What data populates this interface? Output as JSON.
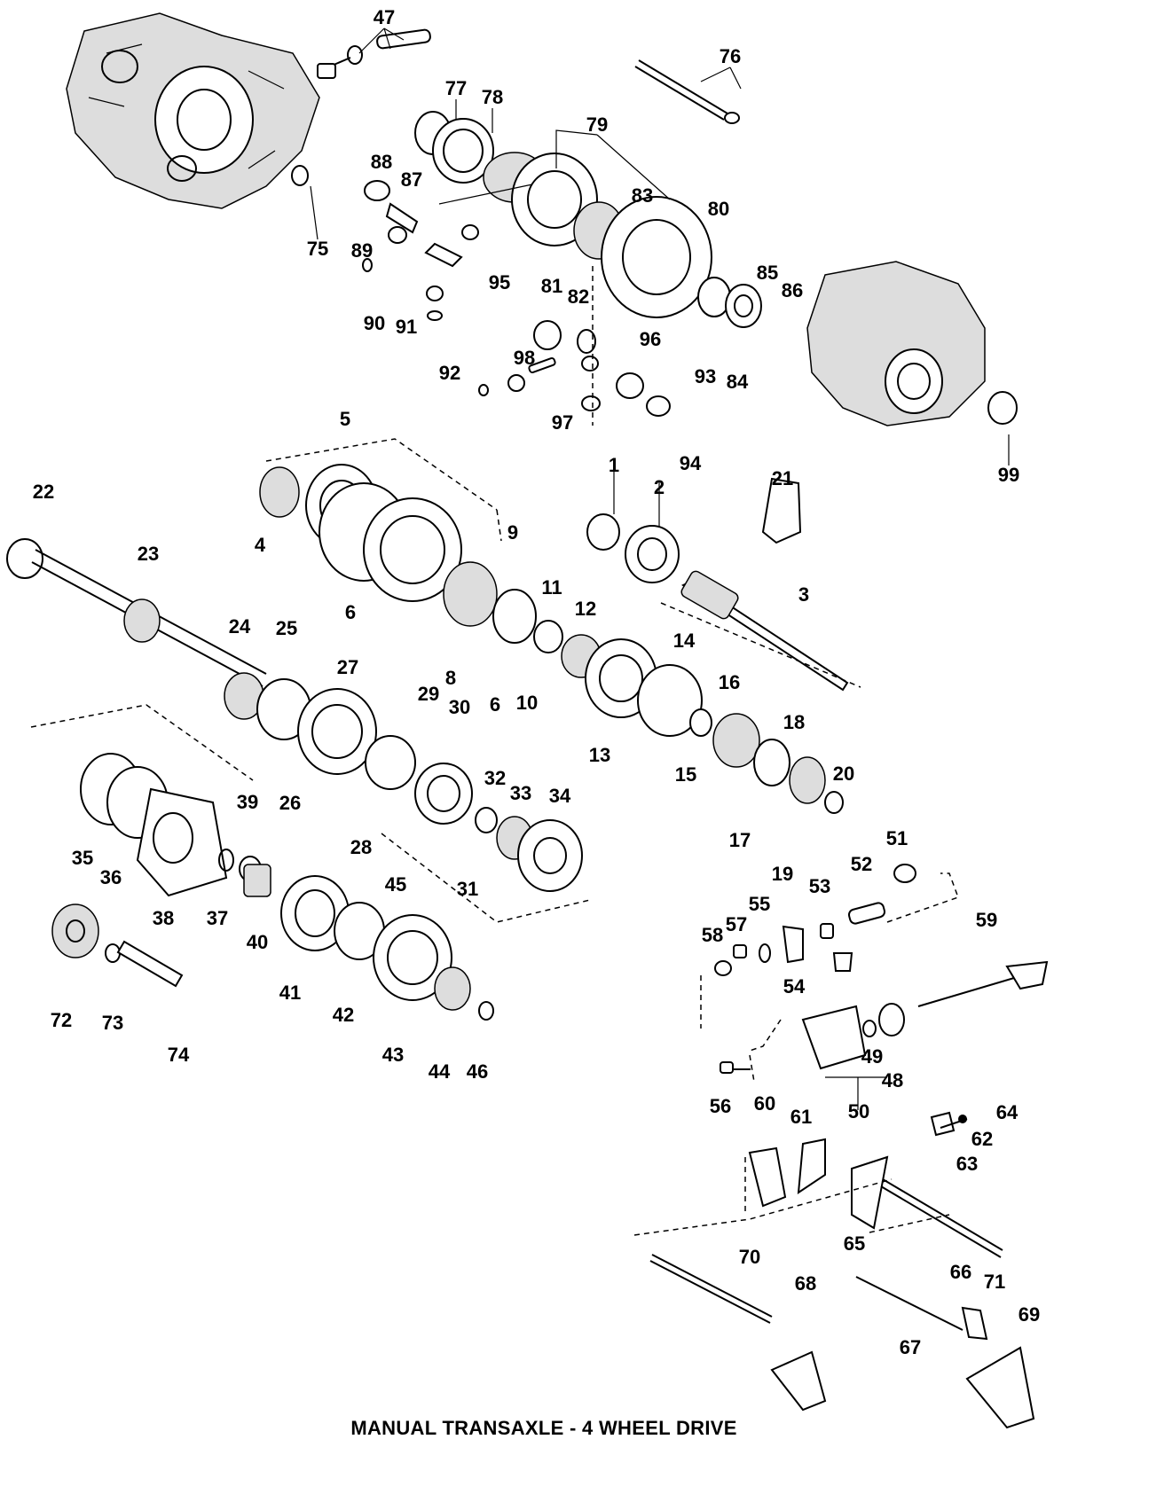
{
  "caption": "MANUAL TRANSAXLE - 4 WHEEL DRIVE",
  "part_numbers": [
    "1",
    "2",
    "3",
    "4",
    "5",
    "6",
    "6",
    "8",
    "9",
    "10",
    "11",
    "12",
    "13",
    "14",
    "15",
    "16",
    "17",
    "18",
    "19",
    "20",
    "21",
    "22",
    "23",
    "24",
    "25",
    "26",
    "27",
    "28",
    "29",
    "30",
    "31",
    "32",
    "33",
    "34",
    "35",
    "36",
    "37",
    "38",
    "39",
    "40",
    "41",
    "42",
    "43",
    "44",
    "45",
    "46",
    "47",
    "48",
    "49",
    "50",
    "51",
    "52",
    "53",
    "54",
    "55",
    "56",
    "57",
    "58",
    "59",
    "60",
    "61",
    "62",
    "63",
    "64",
    "65",
    "66",
    "67",
    "68",
    "69",
    "70",
    "71",
    "72",
    "73",
    "74",
    "75",
    "76",
    "77",
    "78",
    "79",
    "80",
    "81",
    "82",
    "83",
    "84",
    "85",
    "86",
    "87",
    "88",
    "89",
    "90",
    "91",
    "92",
    "93",
    "94",
    "95",
    "96",
    "97",
    "98",
    "99"
  ]
}
